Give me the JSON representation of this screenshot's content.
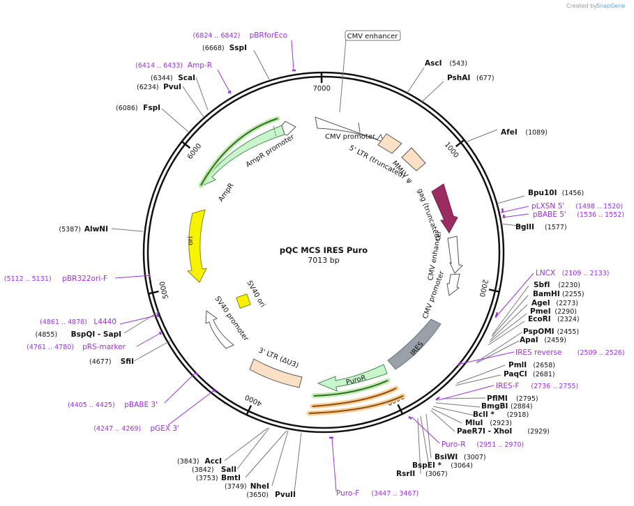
{
  "header": {
    "credit_text": "Created by",
    "brand_text": "SnapGene"
  },
  "plasmid": {
    "name": "pQC MCS IRES Puro",
    "length_text": "7013 bp",
    "length": 7013
  },
  "ticks": [
    {
      "label": "1000",
      "pos": 1000
    },
    {
      "label": "2000",
      "pos": 2000
    },
    {
      "label": "3000",
      "pos": 3000
    },
    {
      "label": "4000",
      "pos": 4000
    },
    {
      "label": "5000",
      "pos": 5000
    },
    {
      "label": "6000",
      "pos": 6000
    },
    {
      "label": "7000",
      "pos": 7000
    }
  ],
  "enzymes": [
    {
      "name": "AscI",
      "pos": 543,
      "pos_text": "(543)"
    },
    {
      "name": "PshAI",
      "pos": 677,
      "pos_text": "(677)"
    },
    {
      "name": "AfeI",
      "pos": 1089,
      "pos_text": "(1089)"
    },
    {
      "name": "Bpu10I",
      "pos": 1456,
      "pos_text": "(1456)"
    },
    {
      "name": "BglII",
      "pos": 1577,
      "pos_text": "(1577)"
    },
    {
      "name": "SbfI",
      "pos": 2230,
      "pos_text": "(2230)"
    },
    {
      "name": "BamHI",
      "pos": 2255,
      "pos_text": "(2255)"
    },
    {
      "name": "AgeI",
      "pos": 2273,
      "pos_text": "(2273)"
    },
    {
      "name": "PmeI",
      "pos": 2290,
      "pos_text": "(2290)"
    },
    {
      "name": "EcoRI",
      "pos": 2324,
      "pos_text": "(2324)"
    },
    {
      "name": "PspOMI",
      "pos": 2455,
      "pos_text": "(2455)"
    },
    {
      "name": "ApaI",
      "pos": 2459,
      "pos_text": "(2459)"
    },
    {
      "name": "PmlI",
      "pos": 2658,
      "pos_text": "(2658)"
    },
    {
      "name": "PaqCI",
      "pos": 2681,
      "pos_text": "(2681)"
    },
    {
      "name": "PflMI",
      "pos": 2795,
      "pos_text": "(2795)"
    },
    {
      "name": "BmgBI",
      "pos": 2884,
      "pos_text": "(2884)"
    },
    {
      "name": "BclI *",
      "pos": 2918,
      "pos_text": "(2918)"
    },
    {
      "name": "MluI",
      "pos": 2923,
      "pos_text": "(2923)"
    },
    {
      "name": "PaeR7I  - XhoI",
      "pos": 2929,
      "pos_text": "(2929)"
    },
    {
      "name": "BsiWI",
      "pos": 3007,
      "pos_text": "(3007)"
    },
    {
      "name": "BspEI *",
      "pos": 3064,
      "pos_text": "(3064)"
    },
    {
      "name": "RsrII",
      "pos": 3067,
      "pos_text": "(3067)"
    },
    {
      "name": "PvuII",
      "pos": 3650,
      "pos_text": "(3650)"
    },
    {
      "name": "NheI",
      "pos": 3749,
      "pos_text": "(3749)"
    },
    {
      "name": "BmtI",
      "pos": 3753,
      "pos_text": "(3753)"
    },
    {
      "name": "SalI",
      "pos": 3842,
      "pos_text": "(3842)"
    },
    {
      "name": "AccI",
      "pos": 3843,
      "pos_text": "(3843)"
    },
    {
      "name": "SfiI",
      "pos": 4677,
      "pos_text": "(4677)"
    },
    {
      "name": "BspQI  - SapI",
      "pos": 4855,
      "pos_text": "(4855)"
    },
    {
      "name": "AlwNI",
      "pos": 5387,
      "pos_text": "(5387)"
    },
    {
      "name": "FspI",
      "pos": 6086,
      "pos_text": "(6086)"
    },
    {
      "name": "PvuI",
      "pos": 6234,
      "pos_text": "(6234)"
    },
    {
      "name": "ScaI",
      "pos": 6344,
      "pos_text": "(6344)"
    },
    {
      "name": "SspI",
      "pos": 6668,
      "pos_text": "(6668)"
    }
  ],
  "primers": [
    {
      "name": "pLXSN 5'",
      "range": "(1498 .. 1520)",
      "pos": 1509
    },
    {
      "name": "pBABE 5'",
      "range": "(1536 .. 1552)",
      "pos": 1544
    },
    {
      "name": "LNCX",
      "range": "(2109 .. 2133)",
      "pos": 2121
    },
    {
      "name": "IRES reverse",
      "range": "(2509 .. 2526)",
      "pos": 2517
    },
    {
      "name": "IRES-F",
      "range": "(2736 .. 2755)",
      "pos": 2745
    },
    {
      "name": "Puro-R",
      "range": "(2951 .. 2970)",
      "pos": 2960
    },
    {
      "name": "Puro-F",
      "range": "(3447 .. 3467)",
      "pos": 3457
    },
    {
      "name": "pGEX 3'",
      "range": "(4247 .. 4269)",
      "pos": 4258
    },
    {
      "name": "pBABE 3'",
      "range": "(4405 .. 4425)",
      "pos": 4415
    },
    {
      "name": "pRS-marker",
      "range": "(4761 .. 4780)",
      "pos": 4770
    },
    {
      "name": "L4440",
      "range": "(4861 .. 4878)",
      "pos": 4870
    },
    {
      "name": "pBR322ori-F",
      "range": "(5112 .. 5131)",
      "pos": 5121
    },
    {
      "name": "Amp-R",
      "range": "(6414 .. 6433)",
      "pos": 6423
    },
    {
      "name": "pBRforEco",
      "range": "(6824 .. 6842)",
      "pos": 6833
    }
  ],
  "features": {
    "cmv_enhancer_outside": "CMV enhancer",
    "cmv_promoter_1": "CMV promoter",
    "ltr5": "5' LTR (truncated)",
    "mmlv_psi": "MMLV ψ",
    "gag": "gag (truncated)",
    "cmv_enhancer_2": "CMV enhancer",
    "cmv_promoter_2": "CMV promoter",
    "ires": "IRES",
    "puror": "PuroR",
    "ltr3": "3' LTR (ΔU3)",
    "sv40_promoter": "SV40 promoter",
    "sv40_ori": "SV40 ori",
    "ori": "ori",
    "ampr": "AmpR",
    "ampr_promoter": "AmpR promoter"
  },
  "colors": {
    "backbone": "#111111",
    "primer": "#9b30d9",
    "ltr": "#fbe0c6",
    "gag": "#9b2c62",
    "ires": "#9aa0a8",
    "puror": "#c9f5cd",
    "ampr": "#c9f5cd",
    "ori": "#f7f200",
    "sv40_ori": "#f7f200",
    "outline_feature": "#ffffff"
  }
}
